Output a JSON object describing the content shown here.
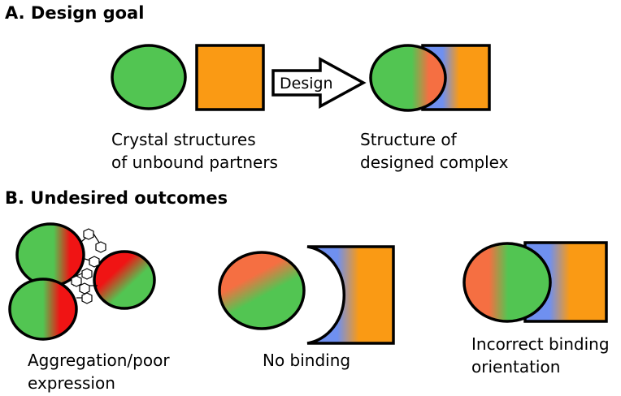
{
  "section_a": {
    "heading": "A. Design goal",
    "arrow_label": "Design",
    "caption_unbound": [
      "Crystal structures",
      "of unbound partners"
    ],
    "caption_complex": [
      "Structure of",
      "designed complex"
    ]
  },
  "section_b": {
    "heading": "B. Undesired outcomes",
    "caption_aggregation": [
      "Aggregation/poor",
      "expression"
    ],
    "caption_no_binding": "No binding",
    "caption_orientation": [
      "Incorrect binding",
      "orientation"
    ]
  },
  "colors": {
    "green": "#52c552",
    "orange": "#fa9a14",
    "red": "#f01414",
    "coral": "#f56f42",
    "blue": "#6f90f0",
    "outline": "#000000"
  }
}
